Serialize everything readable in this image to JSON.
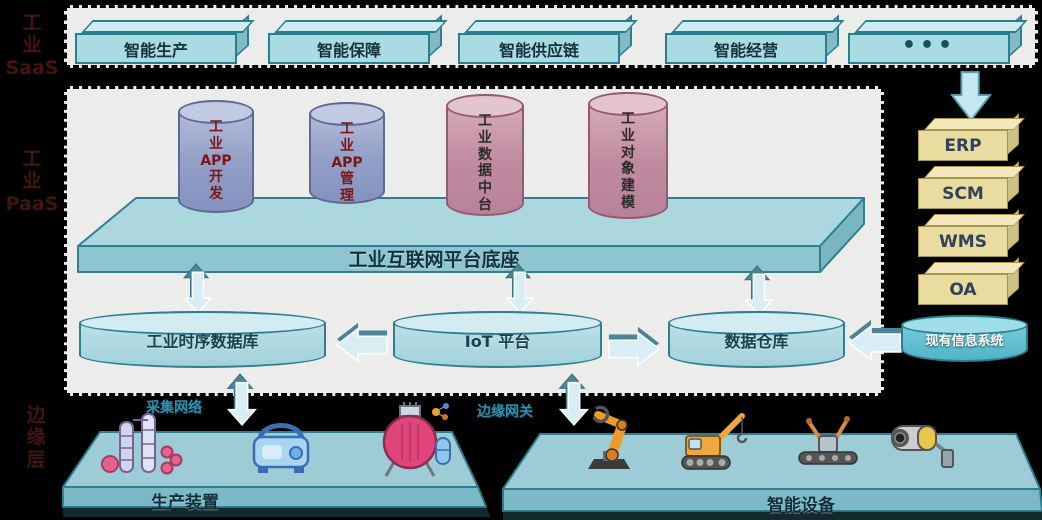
{
  "side_labels": {
    "saas": "工\n业\nSaaS",
    "paas": "工\n业\nPaaS",
    "edge": "边\n缘\n层"
  },
  "saas": {
    "boxes": [
      {
        "label": "智能生产"
      },
      {
        "label": "智能保障"
      },
      {
        "label": "智能供应链"
      },
      {
        "label": "智能经营"
      },
      {
        "label": "•••"
      }
    ]
  },
  "paas": {
    "cylinders": [
      {
        "text": "工\n业\nAPP\n开\n发",
        "color": "blue"
      },
      {
        "text": "工\n业\nAPP\n管\n理",
        "color": "blue"
      },
      {
        "text": "工\n业\n数\n据\n中\n台",
        "color": "pink"
      },
      {
        "text": "工\n业\n对\n象\n建\n模",
        "color": "pink"
      }
    ],
    "platform_label": "工业互联网平台底座",
    "stores": [
      {
        "label": "工业时序数据库"
      },
      {
        "label": "IoT 平台"
      },
      {
        "label": "数据仓库"
      }
    ]
  },
  "enterprise": {
    "systems": [
      {
        "label": "ERP"
      },
      {
        "label": "SCM"
      },
      {
        "label": "WMS"
      },
      {
        "label": "OA"
      }
    ],
    "existing_label": "现有信息系统"
  },
  "edge": {
    "network_labels": [
      {
        "label": "采集网络"
      },
      {
        "label": "边缘网关"
      }
    ],
    "platforms": [
      {
        "label": "生产装置",
        "icons": [
          "distillation-columns",
          "compressor-unit",
          "reactor-vessel"
        ]
      },
      {
        "label": "智能设备",
        "icons": [
          "robot-arm",
          "crawler-crane",
          "conveyor-robot",
          "cctv-camera"
        ]
      }
    ]
  },
  "colors": {
    "teal_border": "#2a7f8e",
    "panel_bg": "#ececea",
    "saas_box_fill": "#a9dbe3",
    "yellow_box_fill": "#e8dc9e",
    "blue_cylinder": "#929fc7",
    "pink_cylinder": "#c08ba0",
    "wide_cylinder": "#a2d1dc",
    "existing_cylinder": "#50b4c7",
    "arrow_light": "#d8eef4",
    "arrow_dark": "#4a8595",
    "cylinder_text_red": "#7a1616"
  }
}
